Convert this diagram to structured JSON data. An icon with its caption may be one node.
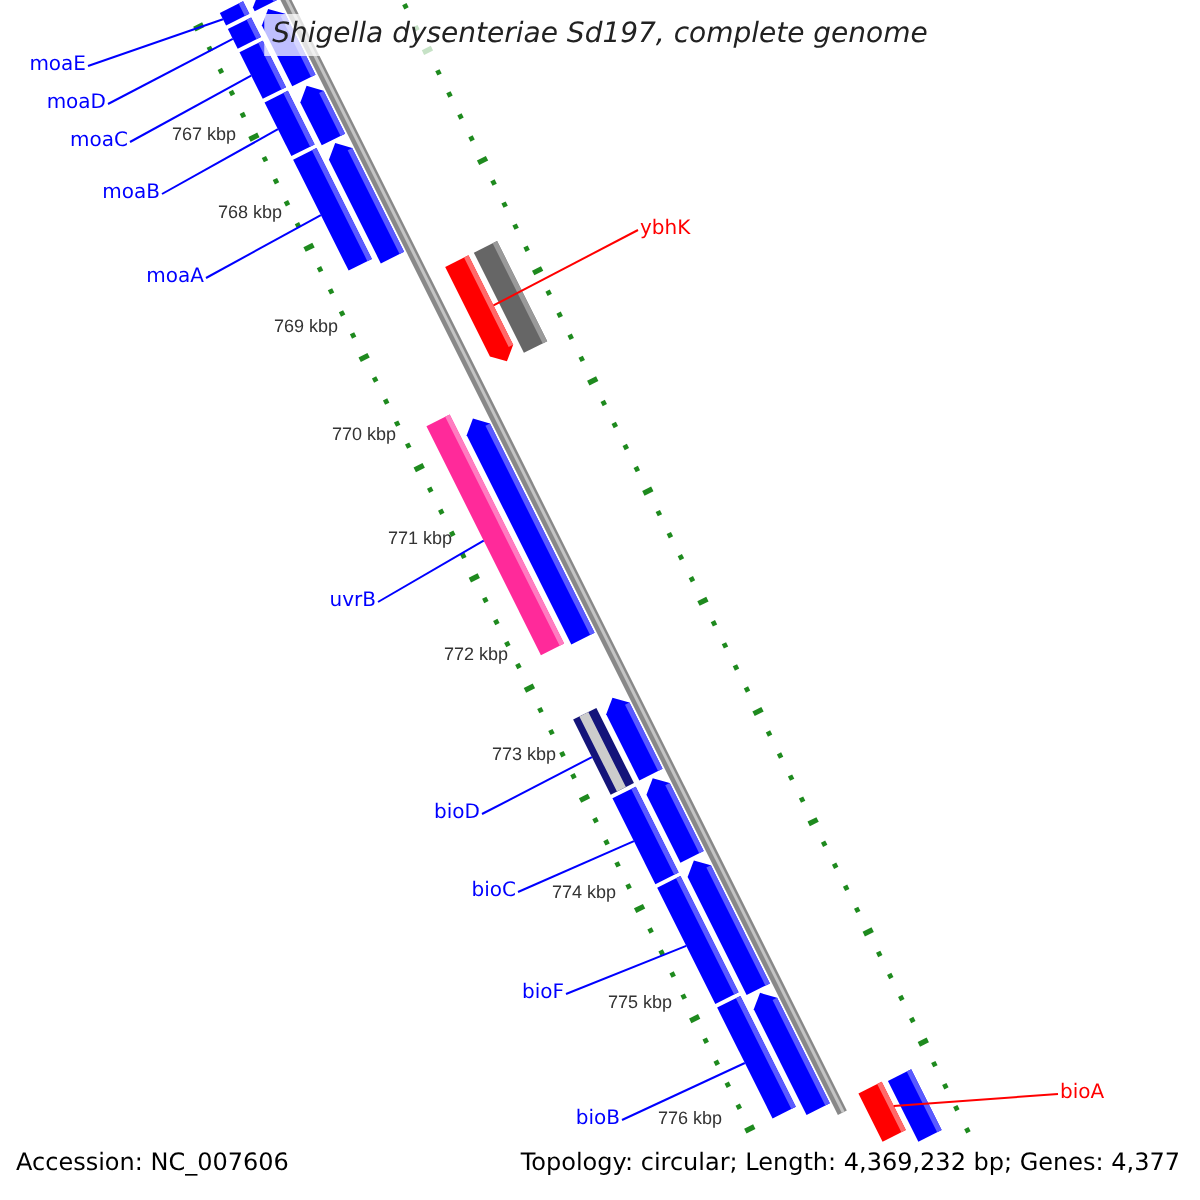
{
  "diagram": {
    "title": "Shigella dysenteriae Sd197, complete genome",
    "nodes": [
      {
        "text": [
          "moaE"
        ]
      },
      {
        "text": [],
        "shape": "bar"
      },
      {
        "text": [
          "moaD"
        ]
      },
      {
        "text": [],
        "shape": "bar"
      },
      {
        "text": [
          "moaC"
        ]
      },
      {
        "text": [],
        "shape": "bar"
      },
      {
        "text": [
          "moaB"
        ]
      },
      {
        "text": [],
        "shape": "bar"
      },
      {
        "text": [
          "moaA"
        ]
      },
      {
        "text": [],
        "shape": "bar"
      },
      {
        "text": [
          "ybhK"
        ]
      },
      {
        "text": [],
        "shape": "bar"
      },
      {
        "text": [
          "uvrB"
        ]
      },
      {
        "text": [],
        "shape": "bar"
      },
      {
        "text": [
          "bioD"
        ]
      },
      {
        "text": [],
        "shape": "bar"
      },
      {
        "text": [
          "bioC"
        ]
      },
      {
        "text": [],
        "shape": "bar"
      },
      {
        "text": [
          "bioF"
        ]
      },
      {
        "text": [],
        "shape": "bar"
      },
      {
        "text": [
          "bioB"
        ]
      },
      {
        "text": [],
        "shape": "bar"
      },
      {
        "text": [
          "bioA"
        ]
      },
      {
        "text": [],
        "shape": "bar"
      },
      {
        "text": [],
        "shape": "bar"
      },
      {
        "text": [],
        "shape": "bar"
      },
      {
        "text": [],
        "shape": "bar"
      },
      {
        "text": [],
        "shape": "bar"
      },
      {
        "text": [],
        "shape": "bar"
      },
      {
        "text": [],
        "shape": "bar"
      },
      {
        "text": [],
        "shape": "bar"
      },
      {
        "text": [],
        "shape": "bar"
      },
      {
        "text": [],
        "shape": "bar"
      },
      {
        "text": [],
        "shape": "bar"
      },
      {
        "text": [],
        "shape": "bar"
      }
    ],
    "edges": [
      {
        "from": 0,
        "to": 1,
        "arrow": "none"
      },
      {
        "from": 2,
        "to": 3,
        "arrow": "none"
      },
      {
        "from": 4,
        "to": 5,
        "arrow": "none"
      },
      {
        "from": 6,
        "to": 7,
        "arrow": "none"
      },
      {
        "from": 8,
        "to": 9,
        "arrow": "none"
      },
      {
        "from": 10,
        "to": 11,
        "arrow": "none",
        "color": "#ff0000"
      },
      {
        "from": 12,
        "to": 13,
        "arrow": "none"
      },
      {
        "from": 14,
        "to": 15,
        "arrow": "none"
      },
      {
        "from": 16,
        "to": 17,
        "arrow": "none"
      },
      {
        "from": 18,
        "to": 19,
        "arrow": "none"
      },
      {
        "from": 20,
        "to": 21,
        "arrow": "none"
      },
      {
        "from": 22,
        "to": 23,
        "arrow": "none",
        "color": "#ff0000"
      }
    ],
    "labels": [
      "767 kbp",
      "768 kbp",
      "769 kbp",
      "770 kbp",
      "771 kbp",
      "772 kbp",
      "773 kbp",
      "774 kbp",
      "775 kbp",
      "776 kbp",
      "Accession: NC_007606",
      "Topology: circular; Length: 4,369,232 bp; Genes: 4,377"
    ]
  }
}
